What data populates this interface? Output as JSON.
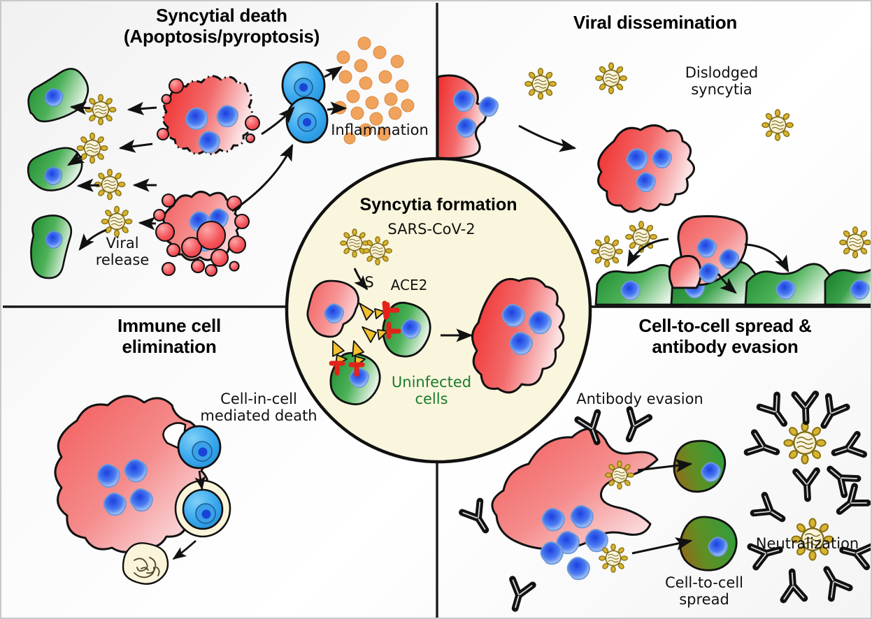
{
  "figure": {
    "kind": "scientific-schematic",
    "subject": "SARS-CoV-2 syncytia formation and consequences",
    "background_color": "#f7f7f7",
    "border_color": "#c9c9c9"
  },
  "palette": {
    "infected_cell_red": "#ee3a3a",
    "infected_cell_red_light": "#f9cfd2",
    "uninfected_cell_green": "#2f9e3f",
    "uninfected_cell_green_light": "#d8eedb",
    "nucleus_blue": "#2b4ed6",
    "nucleus_blue_light": "#b9d7f7",
    "immune_cell_blue": "#35a8ee",
    "virus_body_cream": "#f5edcf",
    "virus_spike_gold": "#c8a427",
    "inflammation_orange": "#f0a35c",
    "ace2_red": "#e2231a",
    "spike_s_yellow": "#f2c12e",
    "center_circle_fill": "#faf6dd",
    "antibody_black": "#111111",
    "outline_black": "#1a1a1a"
  },
  "panels": [
    {
      "id": "top-left",
      "title": "Syncytial death\n(Apoptosis/pyroptosis)",
      "labels": [
        {
          "name": "viral-release-label",
          "text": "Viral\nrelease"
        },
        {
          "name": "inflammation-label",
          "text": "Inflammation"
        }
      ]
    },
    {
      "id": "top-right",
      "title": "Viral dissemination",
      "labels": [
        {
          "name": "dislodged-syncytia-label",
          "text": "Dislodged\nsyncytia"
        }
      ]
    },
    {
      "id": "bottom-left",
      "title": "Immune cell\nelimination",
      "labels": [
        {
          "name": "cell-in-cell-label",
          "text": "Cell-in-cell\nmediated death"
        }
      ]
    },
    {
      "id": "bottom-right",
      "title": "Cell-to-cell spread &\nantibody evasion",
      "labels": [
        {
          "name": "antibody-evasion-label",
          "text": "Antibody evasion"
        },
        {
          "name": "cell-to-cell-spread-label",
          "text": "Cell-to-cell\nspread"
        },
        {
          "name": "neutralization-label",
          "text": "Neutralization"
        }
      ]
    }
  ],
  "center": {
    "title": "Syncytia formation",
    "labels": [
      {
        "name": "sars-cov-2-label",
        "text": "SARS-CoV-2"
      },
      {
        "name": "spike-s-label",
        "text": "S"
      },
      {
        "name": "ace2-label",
        "text": "ACE2"
      },
      {
        "name": "uninfected-cells-label",
        "text": "Uninfected\ncells"
      }
    ]
  }
}
